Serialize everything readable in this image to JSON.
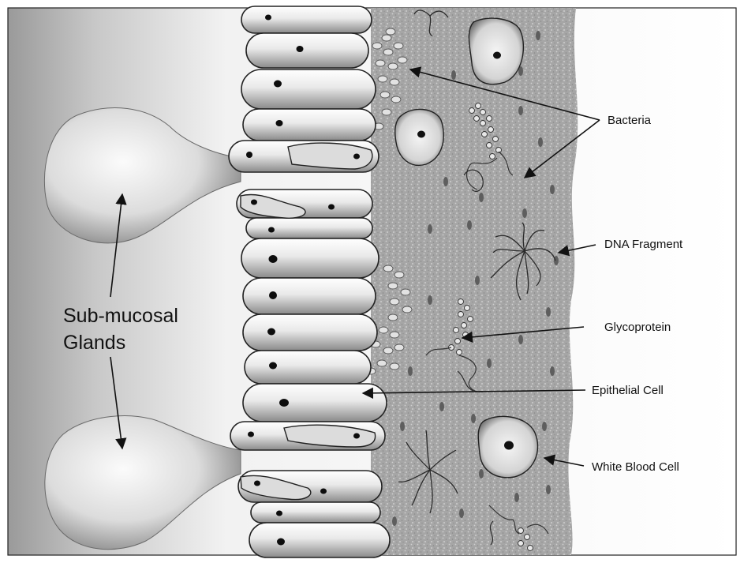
{
  "labels": {
    "bacteria": "Bacteria",
    "dna_fragment": "DNA Fragment",
    "glycoprotein": "Glycoprotein",
    "epithelial_cell": "Epithelial Cell",
    "white_blood_cell": "White Blood Cell",
    "glands_line1": "Sub-mucosal",
    "glands_line2": "Glands"
  },
  "colors": {
    "gland_light": "#f4f4f4",
    "gland_dark": "#8c8c8c",
    "mucus": "#a9a9a9",
    "cell_fill": "#e6e6e6",
    "nucleus": "#111111",
    "arrow": "#111111"
  }
}
